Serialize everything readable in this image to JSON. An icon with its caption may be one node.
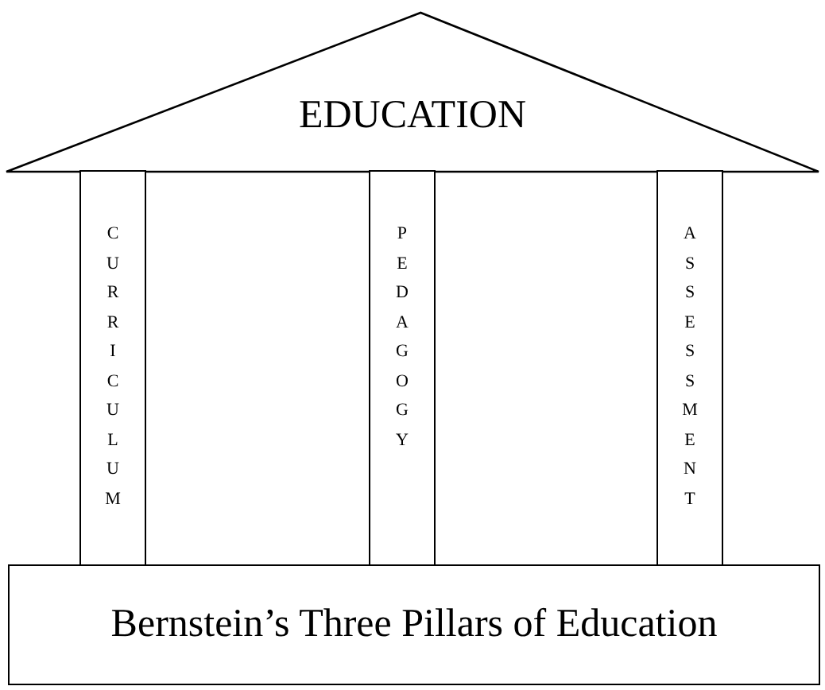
{
  "diagram": {
    "nodes": [
      {
        "text": [
          "EDUCATION"
        ]
      },
      {
        "text": [
          "CURRICULUM"
        ]
      },
      {
        "text": [
          "PEDAGOGY"
        ]
      },
      {
        "text": [
          "ASSESSMENT"
        ]
      },
      {
        "text": [
          "Bernstein’s Three Pillars of Education"
        ]
      }
    ],
    "edges": []
  }
}
